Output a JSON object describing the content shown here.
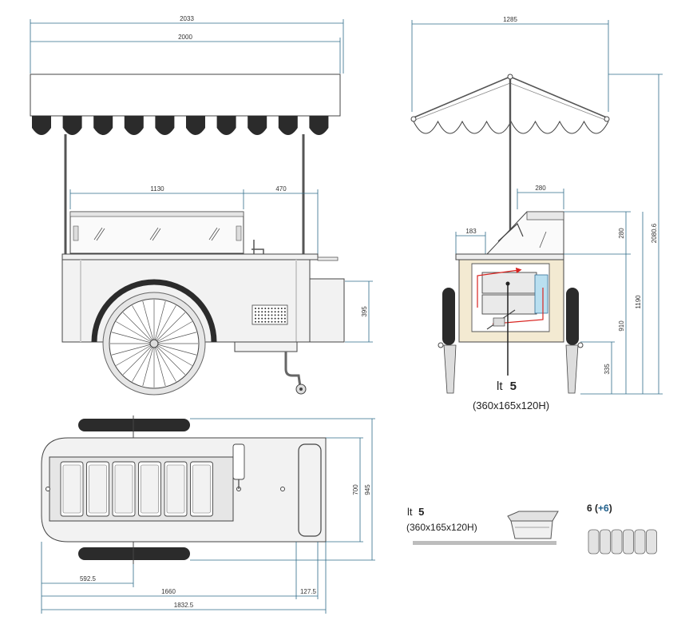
{
  "colors": {
    "dimension_line": "#2f6d8a",
    "drawing_line": "#444444",
    "awning_dark": "#2b2b2b",
    "cart_body": "#f2f2f2",
    "side_panel": "#f3ead2",
    "arrow_red": "#d9231f",
    "accent_blue": "#1f5f8b",
    "counter_grey": "#bdbdbd"
  },
  "front_view": {
    "dimensions": {
      "overall_width": "2033",
      "awning_width": "2000",
      "glass_width": "1130",
      "shelf_width": "470",
      "box_height": "395"
    }
  },
  "side_view": {
    "dimensions": {
      "awning_width": "1285",
      "top_shelf": "280",
      "left_ledge": "183",
      "glass_height": "280",
      "total_height": "2080.6",
      "counter_height": "1190",
      "body_height": "910",
      "wheel_clearance": "335"
    },
    "callout": {
      "prefix": "lt",
      "count": "5",
      "size": "(360x165x120H)"
    }
  },
  "top_view": {
    "dimensions": {
      "inner_depth": "700",
      "outer_depth": "945",
      "offset": "592.5",
      "body_length": "1660",
      "handle": "127.5",
      "total_length": "1832.5"
    }
  },
  "legend": {
    "pan_prefix": "lt",
    "pan_count": "5",
    "pan_size": "(360x165x120H)",
    "capacity_base": "6",
    "capacity_open": " (",
    "capacity_extra": "+6",
    "capacity_close": ")"
  }
}
